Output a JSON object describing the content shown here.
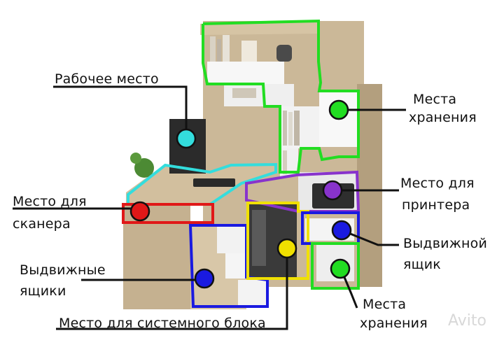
{
  "labels": {
    "workplace": "Рабочее место",
    "storage_top_1": "Места",
    "storage_top_2": "хранения",
    "printer_1": "Место для",
    "printer_2": "принтера",
    "scanner_1": "Место для",
    "scanner_2": "сканера",
    "drawer_1": "Выдвижной",
    "drawer_2": "ящик",
    "drawers_1": "Выдвижные",
    "drawers_2": "ящики",
    "system_unit": "Место для системного блока",
    "storage_bottom_1": "Места",
    "storage_bottom_2": "хранения"
  },
  "watermark": "Avito",
  "colors": {
    "wood": "#cbb898",
    "wood_dark": "#b39f7e",
    "white_panel": "#f4f4f4",
    "green": "#22dd22",
    "cyan": "#33dddd",
    "purple": "#8833cc",
    "red": "#e01818",
    "blue": "#1a1ae0",
    "yellow": "#f0e000"
  },
  "markers": [
    "cyan",
    "green",
    "purple",
    "red",
    "blue",
    "yellow",
    "blue",
    "green"
  ]
}
